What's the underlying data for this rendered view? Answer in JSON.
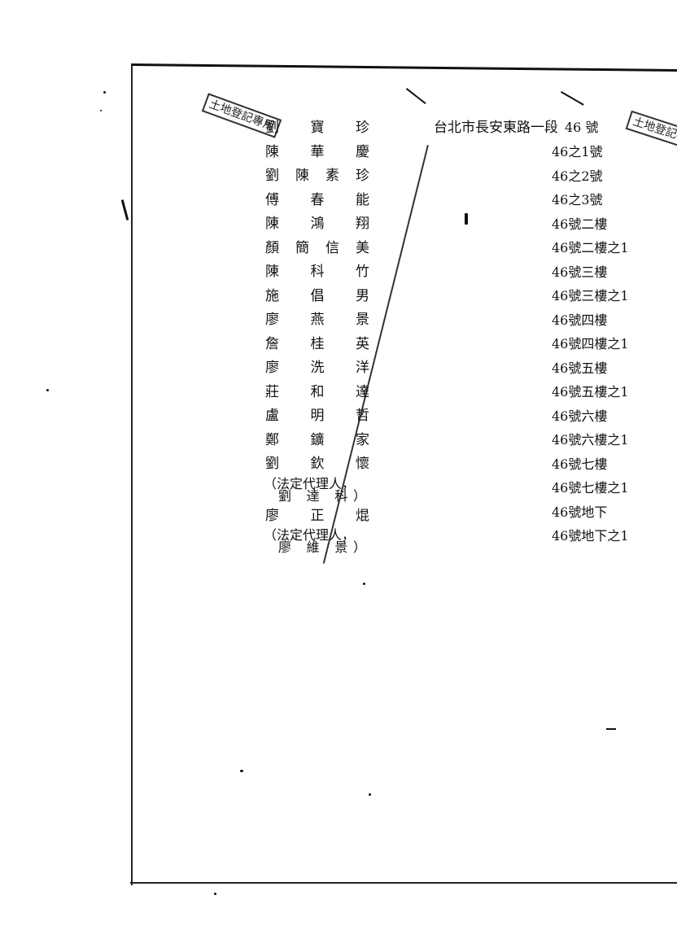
{
  "document": {
    "stamps": [
      "土地登記專用",
      "土地登記專用"
    ],
    "street_prefix": "台北市長安東路一段",
    "addresses": [
      "46 號",
      "46之1號",
      "46之2號",
      "46之3號",
      "46號二樓",
      "46號二樓之1",
      "46號三樓",
      "46號三樓之1",
      "46號四樓",
      "46號四樓之1",
      "46號五樓",
      "46號五樓之1",
      "46號六樓",
      "46號六樓之1",
      "46號七樓",
      "46號七樓之1",
      "46號地下",
      "46號地下之1"
    ],
    "names": [
      "劉 寶 珍",
      "陳 華 慶",
      "劉陳素珍",
      "傅 春 能",
      "陳 鴻 翔",
      "顏簡信美",
      "陳 科 竹",
      "施 倡 男",
      "廖 燕 景",
      "詹 桂 英",
      "廖 洗 洋",
      "莊 和 達",
      "盧 明 哲",
      "鄭 鑛 家",
      "劉 欽 懷",
      "廖 正 焜"
    ],
    "guardian_label": "（法定代理人，",
    "guardians": [
      "劉 達 科）",
      "廖 維 景）"
    ]
  }
}
